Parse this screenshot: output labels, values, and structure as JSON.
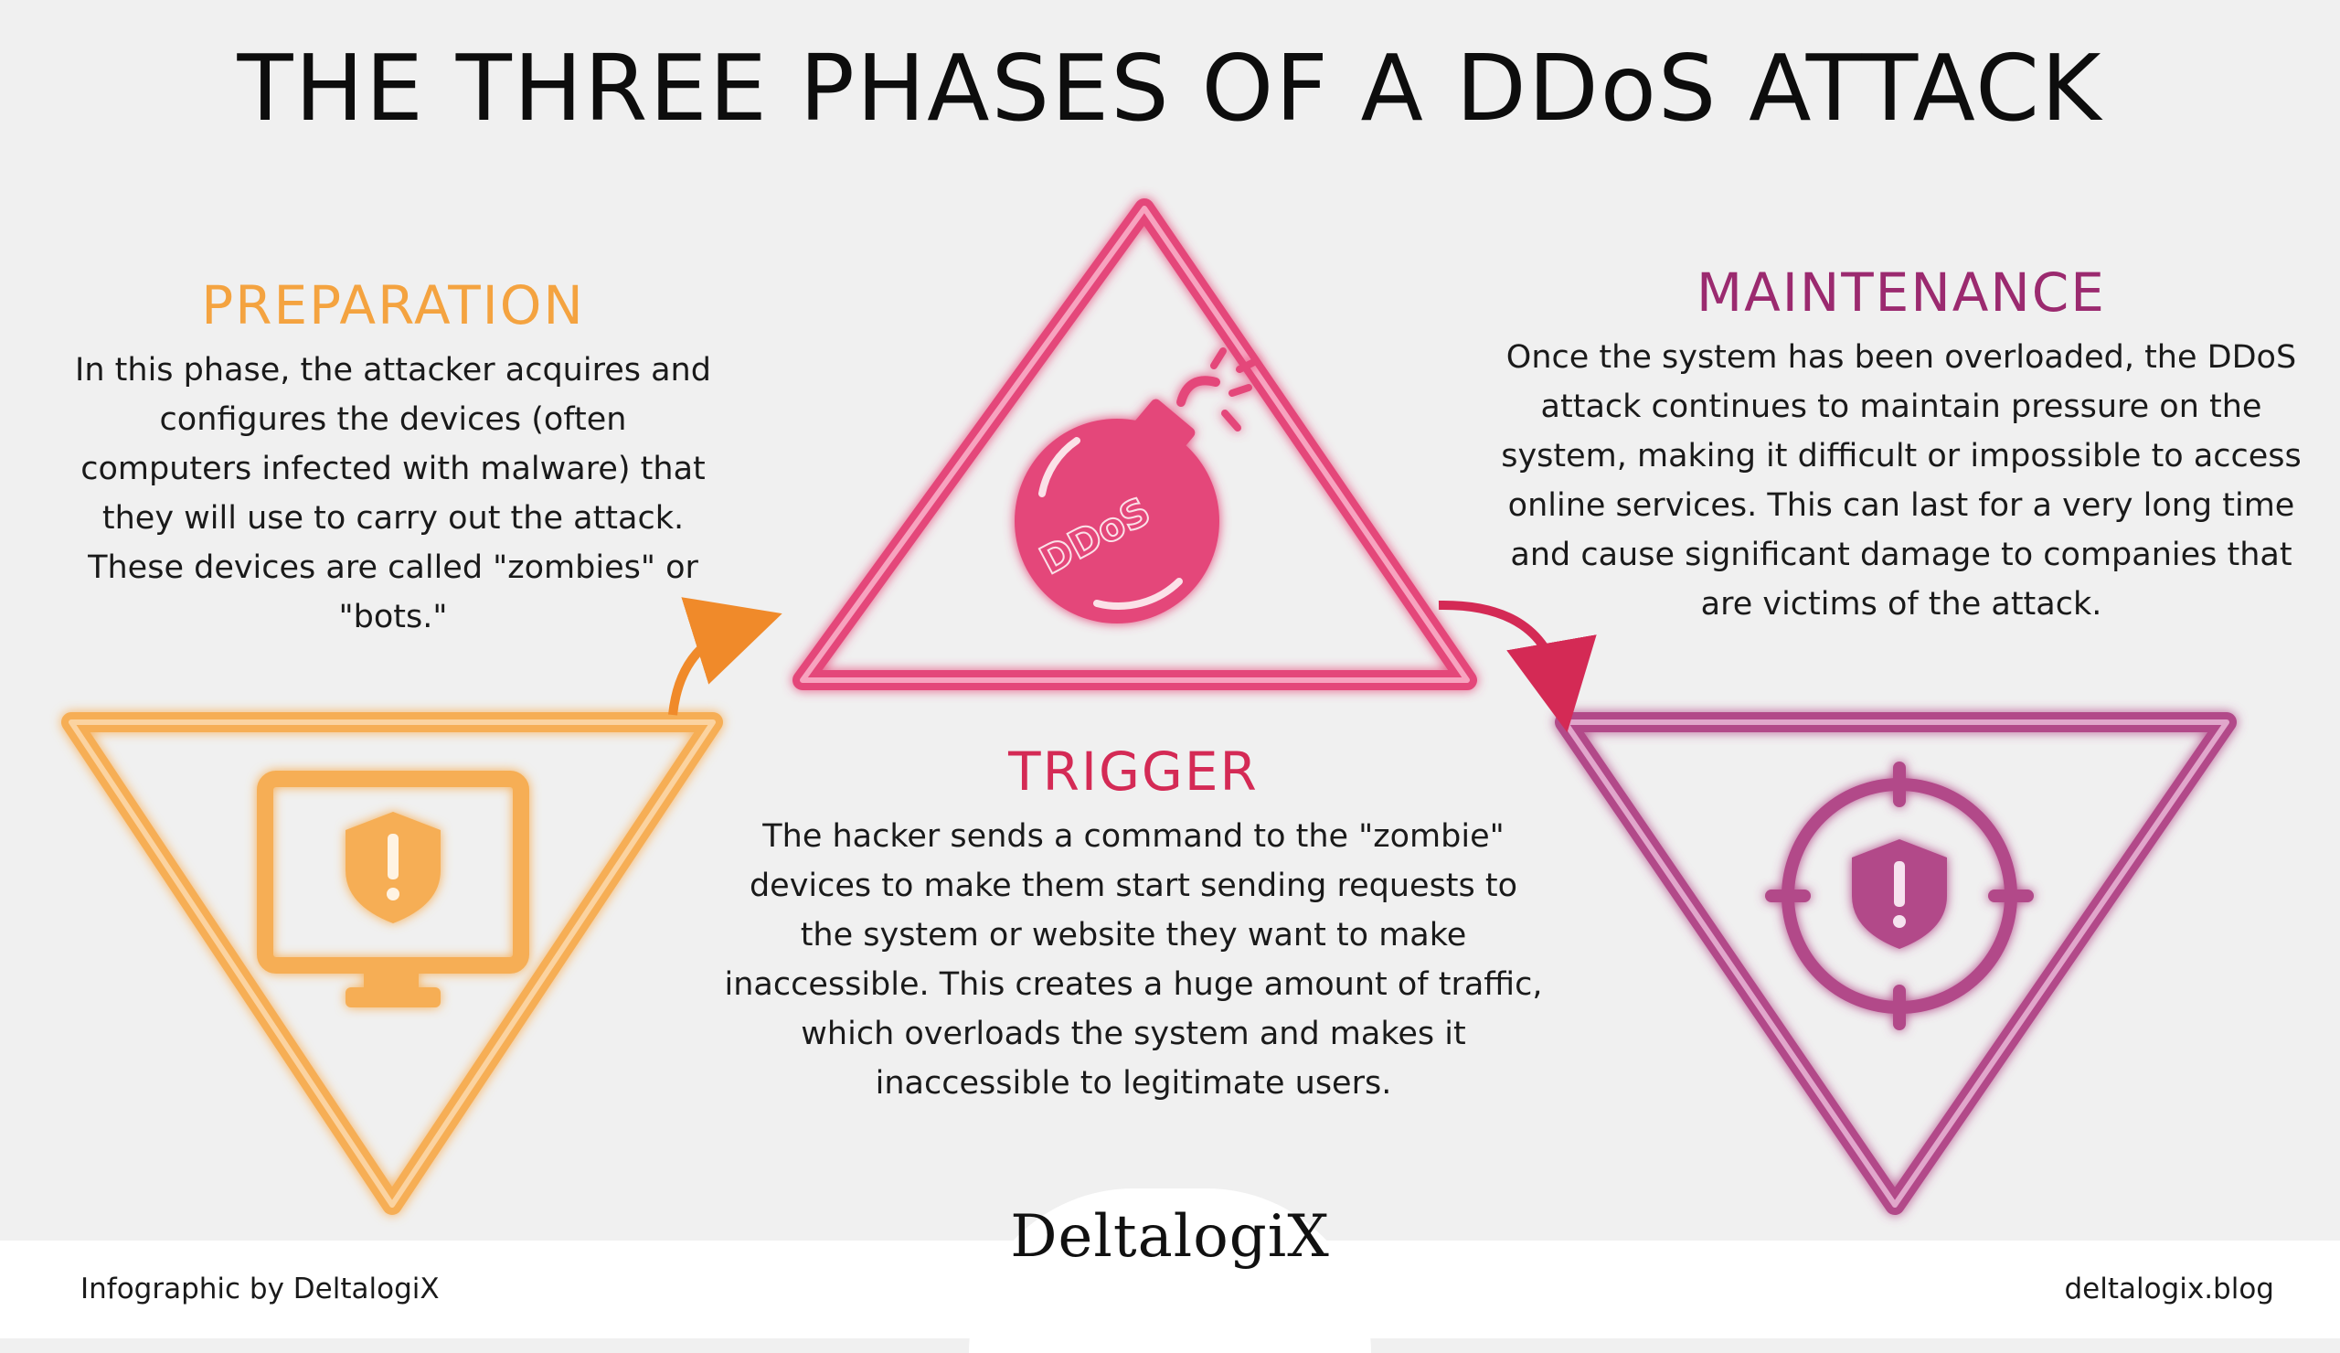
{
  "title": "THE THREE PHASES OF A DDoS ATTACK",
  "phases": {
    "preparation": {
      "title": "PREPARATION",
      "text": "In this phase, the attacker acquires and configures the devices (often computers infected with malware) that they will use to carry out the attack. These devices are called \"zombies\" or \"bots.\"",
      "color": "#f4a340"
    },
    "trigger": {
      "title": "TRIGGER",
      "text": "The hacker sends a command to the \"zombie\" devices to make them start sending requests to the system or website they want to make inaccessible. This creates a huge amount of traffic, which overloads the system and makes it inaccessible to legitimate users.",
      "color": "#d42a55",
      "bomb_label": "DDoS"
    },
    "maintenance": {
      "title": "MAINTENANCE",
      "text": "Once the system has been overloaded, the DDoS attack continues to maintain pressure on the system, making it difficult or impossible to access online services. This can last for a very long time and cause significant damage to companies that are victims of the attack.",
      "color": "#9b2a6f"
    }
  },
  "icons": [
    "computer-shield-icon",
    "bomb-icon",
    "target-shield-icon",
    "arrow-icon"
  ],
  "footer": {
    "credit": "Infographic by DeltalogiX",
    "logo": "DeltalogiX",
    "url": "deltalogix.blog"
  }
}
